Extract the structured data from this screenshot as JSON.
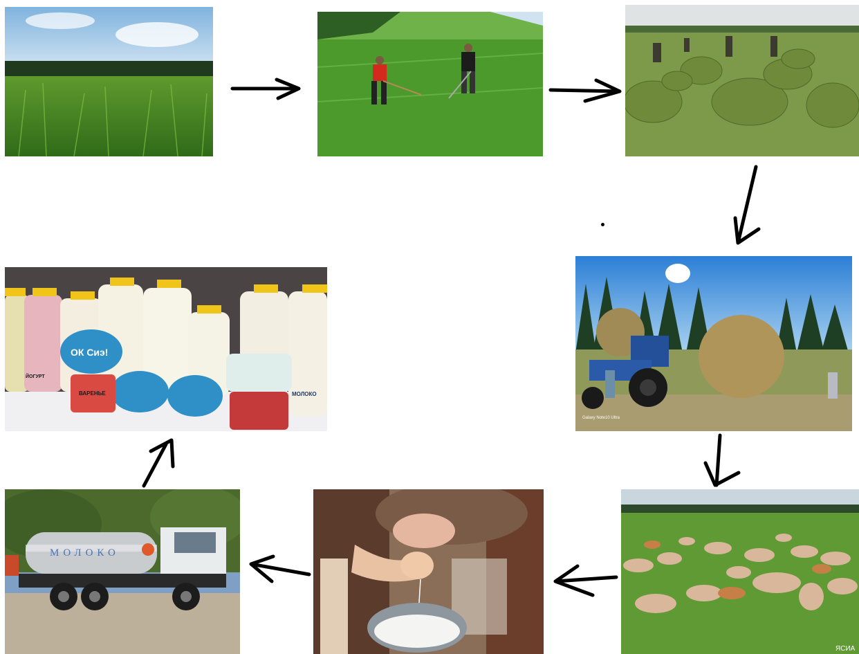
{
  "diagram": {
    "panels": [
      {
        "id": "grass-meadow",
        "label": ""
      },
      {
        "id": "mowing",
        "label": ""
      },
      {
        "id": "haystacks",
        "label": ""
      },
      {
        "id": "tractor-hay",
        "label": "",
        "caption": "Galaxy Note10 Ultra"
      },
      {
        "id": "cattle-pasture",
        "label": "",
        "watermark": "ЯСИА"
      },
      {
        "id": "milking",
        "label": ""
      },
      {
        "id": "milk-truck",
        "label": "",
        "tank_text": "МОЛОКО"
      },
      {
        "id": "dairy-products",
        "label": "",
        "brand": "ОК Сиэ!",
        "product_labels": [
          "ВАРЕНЬЕ",
          "МОЛОКО",
          "ЙОГУРТ"
        ]
      }
    ],
    "flow_order": [
      "grass-meadow",
      "mowing",
      "haystacks",
      "tractor-hay",
      "cattle-pasture",
      "milking",
      "milk-truck",
      "dairy-products"
    ],
    "colors": {
      "arrow": "#000000",
      "background": "#ffffff"
    }
  }
}
